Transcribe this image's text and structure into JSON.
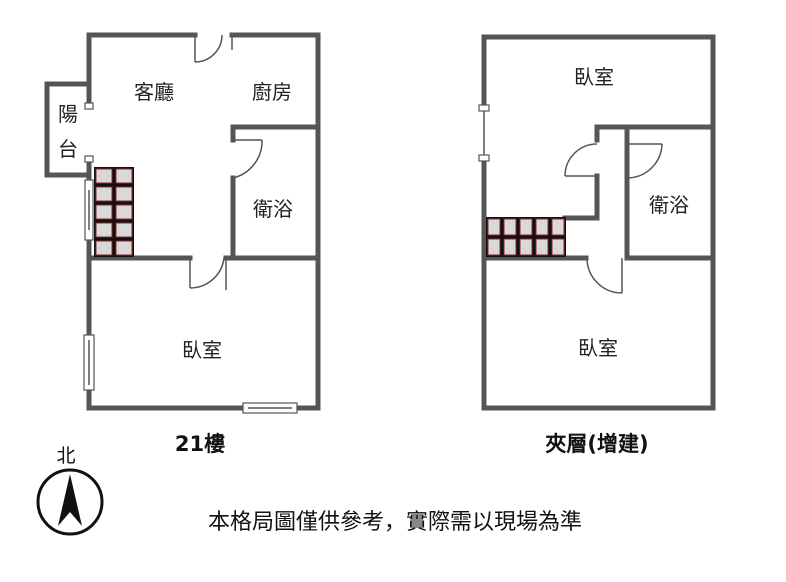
{
  "plans": [
    {
      "caption": "21樓",
      "rooms": {
        "living": "客廳",
        "kitchen": "廚房",
        "balcony_1": "陽",
        "balcony_2": "台",
        "bath": "衛浴",
        "bedroom": "臥室"
      }
    },
    {
      "caption": "夾層(增建)",
      "rooms": {
        "bedroom_top": "臥室",
        "bath": "衛浴",
        "bedroom_bottom": "臥室"
      }
    }
  ],
  "compass": {
    "label": "北",
    "icon": "north-arrow-icon"
  },
  "disclaimer": "本格局圖僅供參考，實際需以現場為準",
  "colors": {
    "wall": "#555555",
    "stair_edge": "#8b2b2b",
    "stair_fill": "#d9d9d9"
  }
}
